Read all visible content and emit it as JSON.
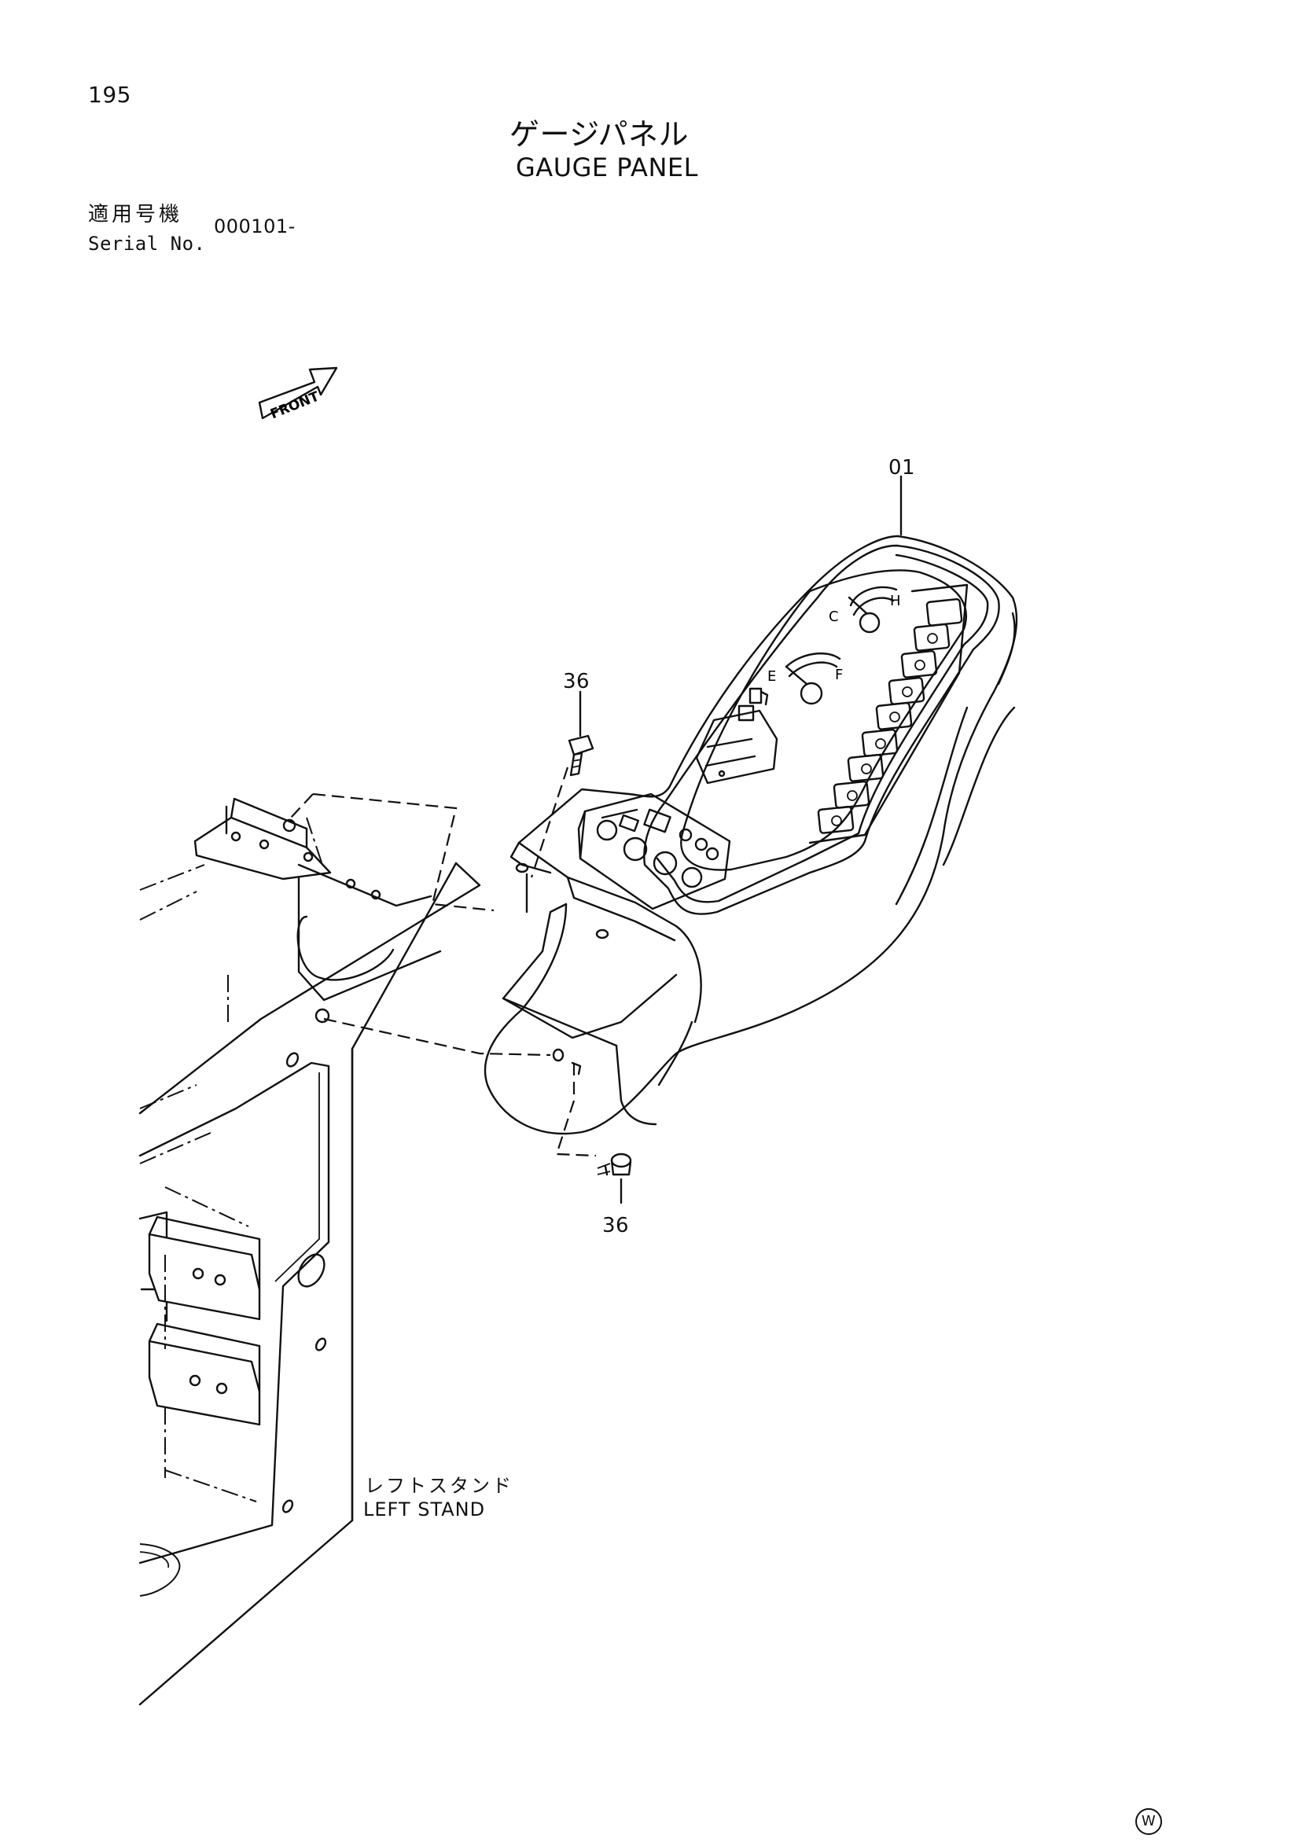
{
  "page": {
    "number": "195",
    "title_jp": "ゲージパネル",
    "title_en": "GAUGE PANEL",
    "serial_label_jp": "適用号機",
    "serial_label_en": "Serial No.",
    "serial_value": "000101-"
  },
  "diagram": {
    "front_arrow_label": "FRONT",
    "callouts": [
      "01",
      "36",
      "36"
    ],
    "gauge_letters": {
      "temp_low": "C",
      "temp_high": "H",
      "fuel_empty": "E",
      "fuel_full": "F"
    },
    "left_stand_jp": "レフトスタンド",
    "left_stand_en": "LEFT STAND",
    "corner_mark": "W"
  }
}
